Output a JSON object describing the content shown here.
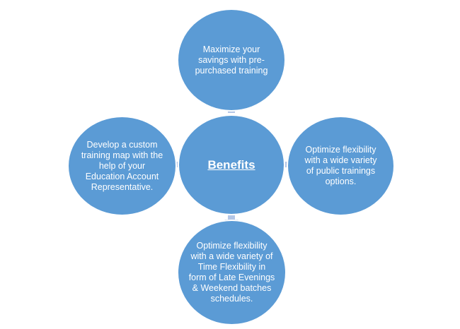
{
  "diagram": {
    "center": {
      "label": "Benefits"
    },
    "nodes": {
      "top": "Maximize your savings with pre-purchased training",
      "right": "Optimize flexibility with a wide variety of public trainings options.",
      "bottom": "Optimize flexibility with a wide variety of Time Flexibility in form of Late Evenings & Weekend batches schedules.",
      "left": "Develop a custom training map with the help of your Education Account Representative."
    },
    "colors": {
      "circle_fill": "#5b9bd5",
      "circle_border": "#ffffff",
      "arrow_fill": "#b4c7e7",
      "text": "#ffffff"
    }
  }
}
